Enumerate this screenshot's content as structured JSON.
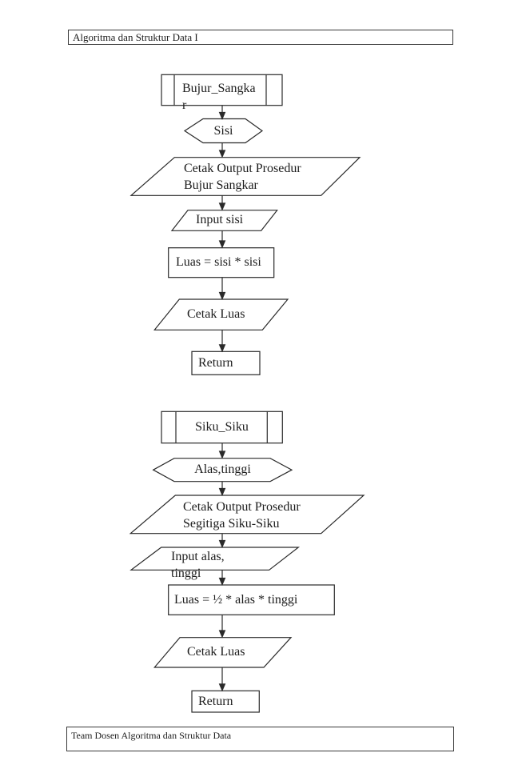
{
  "page": {
    "header": "Algoritma dan Struktur Data I",
    "footer": "Team Dosen Algoritma dan Struktur Data"
  },
  "colors": {
    "line": "#1f1f1f",
    "background": "#ffffff",
    "text": "#1c1c1c"
  },
  "flowcharts": [
    {
      "name": "Prosedur Bujur Sangkar",
      "nodes": [
        {
          "type": "predefined-process",
          "label": "Bujur_Sangka\nr"
        },
        {
          "type": "preparation-hexagon",
          "label": "Sisi"
        },
        {
          "type": "output-parallelogram",
          "label": "Cetak Output Prosedur\nBujur Sangkar"
        },
        {
          "type": "input-parallelogram",
          "label": "Input sisi"
        },
        {
          "type": "process-rectangle",
          "label": "Luas = sisi * sisi"
        },
        {
          "type": "output-parallelogram",
          "label": "Cetak Luas"
        },
        {
          "type": "terminator-rectangle",
          "label": "Return"
        }
      ]
    },
    {
      "name": "Prosedur Segitiga Siku-Siku",
      "nodes": [
        {
          "type": "predefined-process",
          "label": "Siku_Siku"
        },
        {
          "type": "preparation-hexagon",
          "label": "Alas,tinggi"
        },
        {
          "type": "output-parallelogram",
          "label": "Cetak Output Prosedur\nSegitiga Siku-Siku"
        },
        {
          "type": "input-parallelogram",
          "label": "Input alas,\ntinggi"
        },
        {
          "type": "process-rectangle",
          "label": "Luas = ½ * alas * tinggi"
        },
        {
          "type": "output-parallelogram",
          "label": "Cetak Luas"
        },
        {
          "type": "terminator-rectangle",
          "label": "Return"
        }
      ]
    }
  ]
}
